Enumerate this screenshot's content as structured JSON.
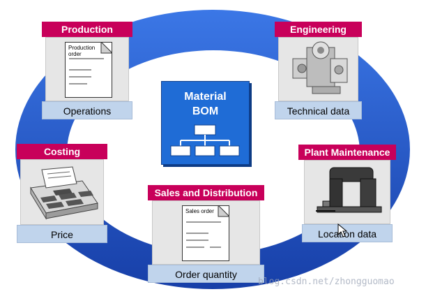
{
  "center": {
    "line1": "Material",
    "line2": "BOM"
  },
  "cards": {
    "production": {
      "header": "Production",
      "footer": "Operations",
      "doc_label": "Production order"
    },
    "engineering": {
      "header": "Engineering",
      "footer": "Technical data"
    },
    "costing": {
      "header": "Costing",
      "footer": "Price"
    },
    "plant_maintenance": {
      "header": "Plant Maintenance",
      "footer": "Location data"
    },
    "sales": {
      "header": "Sales and Distribution",
      "footer": "Order quantity",
      "doc_label": "Sales order"
    }
  },
  "watermark": "blog.csdn.net/zhongguomao",
  "icons": {
    "production": "document-icon",
    "engineering": "machine-part-icon",
    "costing": "calculator-icon",
    "plant_maintenance": "machine-tool-icon",
    "sales": "document-icon",
    "center": "hierarchy-icon",
    "cursor": "mouse-pointer-icon"
  },
  "colors": {
    "header": "#c8005a",
    "footer": "#c0d4ec",
    "ring": "#2255c8",
    "center": "#1f6cd6"
  }
}
